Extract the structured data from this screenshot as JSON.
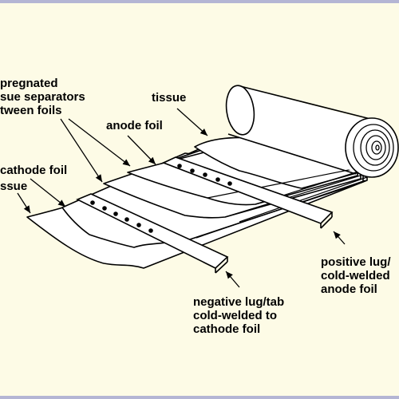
{
  "labels": {
    "impregnated": [
      "pregnated",
      "sue separators",
      "tween foils"
    ],
    "tissue_top": "tissue",
    "anode_foil": "anode foil",
    "cathode_foil": "cathode foil",
    "tissue_left": "ssue",
    "positive_lug": [
      "positive lug/",
      "cold-welded",
      "anode foil"
    ],
    "negative_lug": [
      "negative lug/tab",
      "cold-welded to",
      "cathode foil"
    ]
  },
  "colors": {
    "background": "#fdfbe6",
    "border": "#b4b5d4",
    "ink": "#000000",
    "fill": "#ffffff"
  }
}
